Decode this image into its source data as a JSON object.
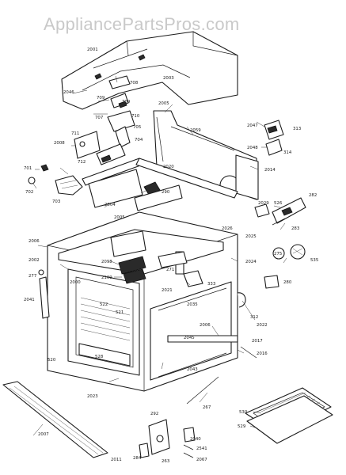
{
  "watermark": "AppliancePartsPros.com",
  "colors": {
    "ink": "#1c1c1c",
    "watermark": "#c9c9c9",
    "background": "#ffffff"
  },
  "callouts": [
    {
      "id": "c2001",
      "text": "2001"
    },
    {
      "id": "c2003",
      "text": "2003"
    },
    {
      "id": "c2046a",
      "text": "2046"
    },
    {
      "id": "c708",
      "text": "708"
    },
    {
      "id": "c709",
      "text": "709"
    },
    {
      "id": "c709b",
      "text": "709"
    },
    {
      "id": "c707",
      "text": "707"
    },
    {
      "id": "c710",
      "text": "710"
    },
    {
      "id": "c2005",
      "text": "2005"
    },
    {
      "id": "c2059",
      "text": "2059"
    },
    {
      "id": "c2047",
      "text": "2047"
    },
    {
      "id": "c313",
      "text": "313"
    },
    {
      "id": "c2048",
      "text": "2048"
    },
    {
      "id": "c314",
      "text": "314"
    },
    {
      "id": "c2014",
      "text": "2014"
    },
    {
      "id": "c711",
      "text": "711"
    },
    {
      "id": "c705",
      "text": "705"
    },
    {
      "id": "c704",
      "text": "704"
    },
    {
      "id": "c2008",
      "text": "2008"
    },
    {
      "id": "c712",
      "text": "712"
    },
    {
      "id": "c701",
      "text": "701"
    },
    {
      "id": "c702",
      "text": "702"
    },
    {
      "id": "c703",
      "text": "703"
    },
    {
      "id": "c2020",
      "text": "2020"
    },
    {
      "id": "c290",
      "text": "290"
    },
    {
      "id": "c2004",
      "text": "2004"
    },
    {
      "id": "c2005b",
      "text": "2005"
    },
    {
      "id": "c282",
      "text": "282"
    },
    {
      "id": "c2029",
      "text": "2029"
    },
    {
      "id": "c526",
      "text": "526"
    },
    {
      "id": "c283",
      "text": "283"
    },
    {
      "id": "c2006",
      "text": "2006"
    },
    {
      "id": "c2002",
      "text": "2002"
    },
    {
      "id": "c2025",
      "text": "2025"
    },
    {
      "id": "c2026",
      "text": "2026"
    },
    {
      "id": "c2024",
      "text": "2024"
    },
    {
      "id": "c275",
      "text": "275"
    },
    {
      "id": "c535",
      "text": "535"
    },
    {
      "id": "c277",
      "text": "277"
    },
    {
      "id": "c2000",
      "text": "2000"
    },
    {
      "id": "c2098",
      "text": "2098"
    },
    {
      "id": "c2109",
      "text": "2109"
    },
    {
      "id": "c271",
      "text": "271"
    },
    {
      "id": "c2021",
      "text": "2021"
    },
    {
      "id": "c333",
      "text": "333"
    },
    {
      "id": "c280",
      "text": "280"
    },
    {
      "id": "c2041",
      "text": "2041"
    },
    {
      "id": "c522",
      "text": "522"
    },
    {
      "id": "c521",
      "text": "521"
    },
    {
      "id": "c312",
      "text": "312"
    },
    {
      "id": "c2006b",
      "text": "2006"
    },
    {
      "id": "c2022",
      "text": "2022"
    },
    {
      "id": "c2017",
      "text": "2017"
    },
    {
      "id": "c2016",
      "text": "2016"
    },
    {
      "id": "c520",
      "text": "520"
    },
    {
      "id": "c528",
      "text": "528"
    },
    {
      "id": "c2043",
      "text": "2043"
    },
    {
      "id": "c2023",
      "text": "2023"
    },
    {
      "id": "c2007",
      "text": "2007"
    },
    {
      "id": "c267",
      "text": "267"
    },
    {
      "id": "c530",
      "text": "530"
    },
    {
      "id": "c529",
      "text": "529"
    },
    {
      "id": "c292",
      "text": "292"
    },
    {
      "id": "c2040",
      "text": "2040"
    },
    {
      "id": "c2541",
      "text": "2541"
    },
    {
      "id": "c2067",
      "text": "2067"
    },
    {
      "id": "c2011",
      "text": "2011"
    },
    {
      "id": "c284",
      "text": "284"
    },
    {
      "id": "c263",
      "text": "263"
    },
    {
      "id": "c2035",
      "text": "2035"
    },
    {
      "id": "c2045",
      "text": "2045"
    }
  ]
}
